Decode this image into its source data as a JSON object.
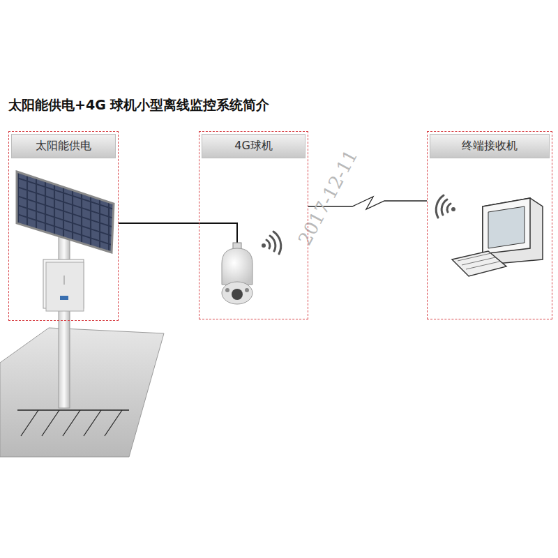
{
  "diagram": {
    "title": "太阳能供电+4G 球机小型离线监控系统简介",
    "nodes": [
      {
        "text": [
          "太阳能供电"
        ]
      },
      {
        "text": [
          "4G球机"
        ]
      },
      {
        "text": [
          "终端接收机"
        ]
      }
    ],
    "edges": [
      {
        "from": 0,
        "to": 1,
        "arrow": "none"
      },
      {
        "from": 1,
        "to": 2,
        "arrow": "none"
      }
    ],
    "labels": [
      "2017-12-11"
    ]
  }
}
